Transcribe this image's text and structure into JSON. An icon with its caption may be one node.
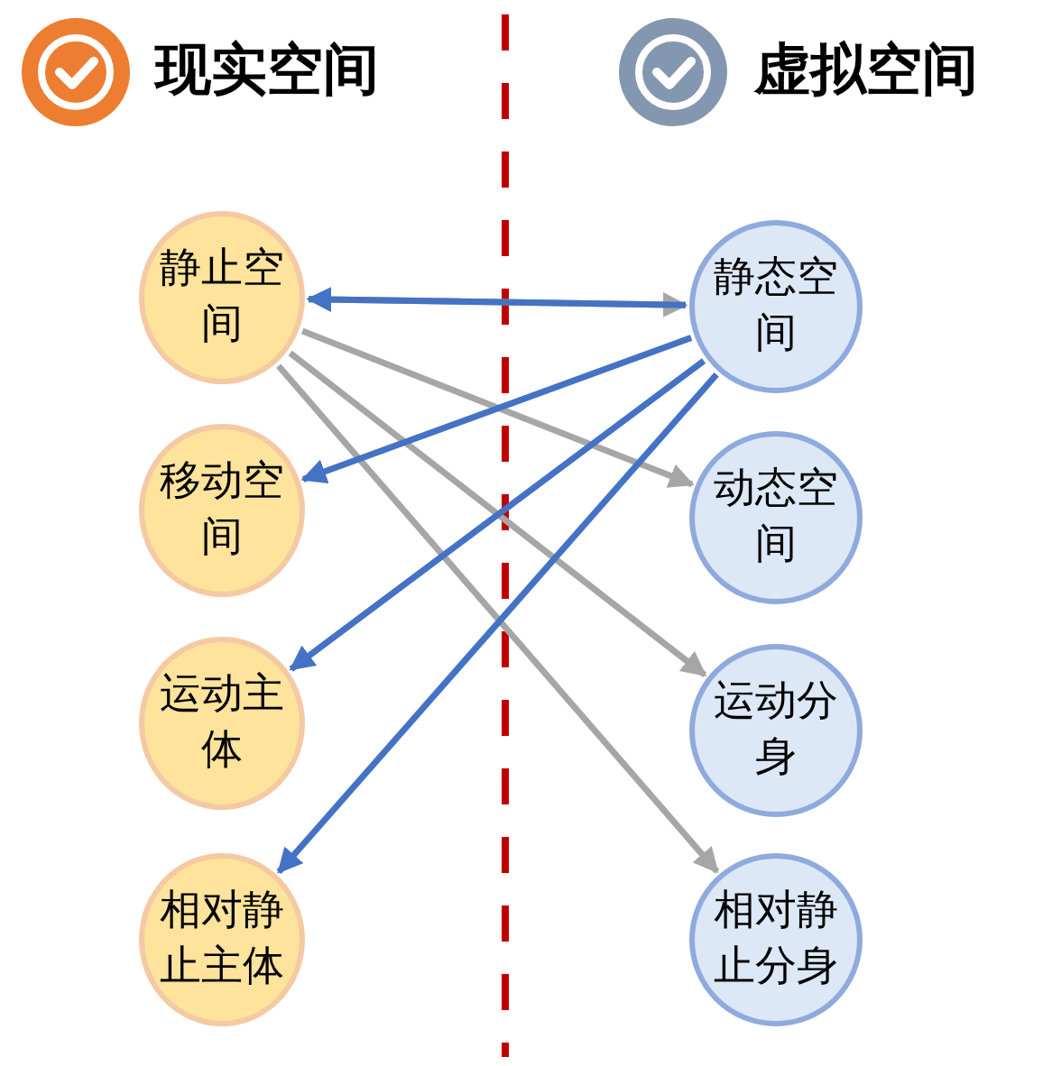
{
  "diagram": {
    "nodes": [
      {
        "text": [
          "静止空间"
        ]
      },
      {
        "text": [
          "移动空间"
        ]
      },
      {
        "text": [
          "运动主体"
        ]
      },
      {
        "text": [
          "相对静止主体"
        ]
      },
      {
        "text": [
          "静态空间"
        ]
      },
      {
        "text": [
          "动态空间"
        ]
      },
      {
        "text": [
          "运动分身"
        ]
      },
      {
        "text": [
          "相对静止分身"
        ]
      }
    ],
    "edges": [
      {
        "from": 0,
        "to": 4,
        "arrow": "to"
      },
      {
        "from": 0,
        "to": 5,
        "arrow": "to"
      },
      {
        "from": 0,
        "to": 6,
        "arrow": "to"
      },
      {
        "from": 0,
        "to": 7,
        "arrow": "to"
      },
      {
        "from": 4,
        "to": 0,
        "arrow": "to",
        "color": "#4472c4"
      },
      {
        "from": 4,
        "to": 1,
        "arrow": "to",
        "color": "#4472c4"
      },
      {
        "from": 4,
        "to": 2,
        "arrow": "to",
        "color": "#4472c4"
      },
      {
        "from": 4,
        "to": 3,
        "arrow": "to",
        "color": "#4472c4"
      }
    ],
    "labels": [
      "现实空间",
      "虚拟空间"
    ]
  }
}
